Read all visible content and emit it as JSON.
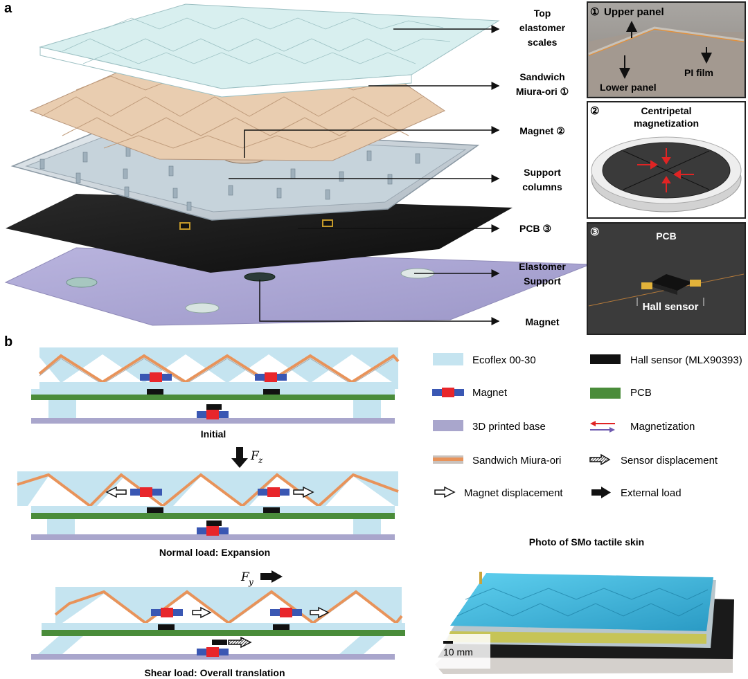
{
  "panel_a": {
    "letter": "a",
    "labels": {
      "top_scales_1": "Top",
      "top_scales_2": "elastomer",
      "top_scales_3": "scales",
      "sandwich_1": "Sandwich",
      "sandwich_2": "Miura-ori ①",
      "magnet_2": "Magnet ②",
      "support_1": "Support",
      "support_2": "columns",
      "pcb_3": "PCB ③",
      "elastomer_1": "Elastomer",
      "elastomer_2": "Support",
      "magnet_bottom": "Magnet"
    },
    "inset1": {
      "num": "①",
      "title": "Upper panel",
      "pi": "PI film",
      "lower": "Lower panel"
    },
    "inset2": {
      "num": "②",
      "title_1": "Centripetal",
      "title_2": "magnetization"
    },
    "inset3": {
      "num": "③",
      "title": "PCB",
      "hall": "Hall sensor"
    }
  },
  "panel_b": {
    "letter": "b",
    "captions": {
      "initial": "Initial",
      "normal": "Normal load: Expansion",
      "shear": "Shear load: Overall translation"
    },
    "forces": {
      "fz_main": "F",
      "fz_sub": "z",
      "fy_main": "F",
      "fy_sub": "y"
    },
    "legend": {
      "ecoflex": "Ecoflex 00-30",
      "hall": "Hall sensor (MLX90393)",
      "magnet": "Magnet",
      "pcb": "PCB",
      "base": "3D printed base",
      "magnetization": "Magnetization",
      "miura": "Sandwich Miura-ori",
      "sensor_disp": "Sensor displacement",
      "magnet_disp": "Magnet displacement",
      "external": "External load"
    },
    "photo": {
      "title": "Photo of SMo tactile skin",
      "scale": "10 mm"
    }
  },
  "colors": {
    "ecoflex": "#c5e4f0",
    "pcb_green": "#4a8c3a",
    "base_purple": "#a9a6cc",
    "miura_orange": "#e8935a",
    "magnet_red": "#e8262b",
    "magnet_blue": "#3a57b3"
  }
}
